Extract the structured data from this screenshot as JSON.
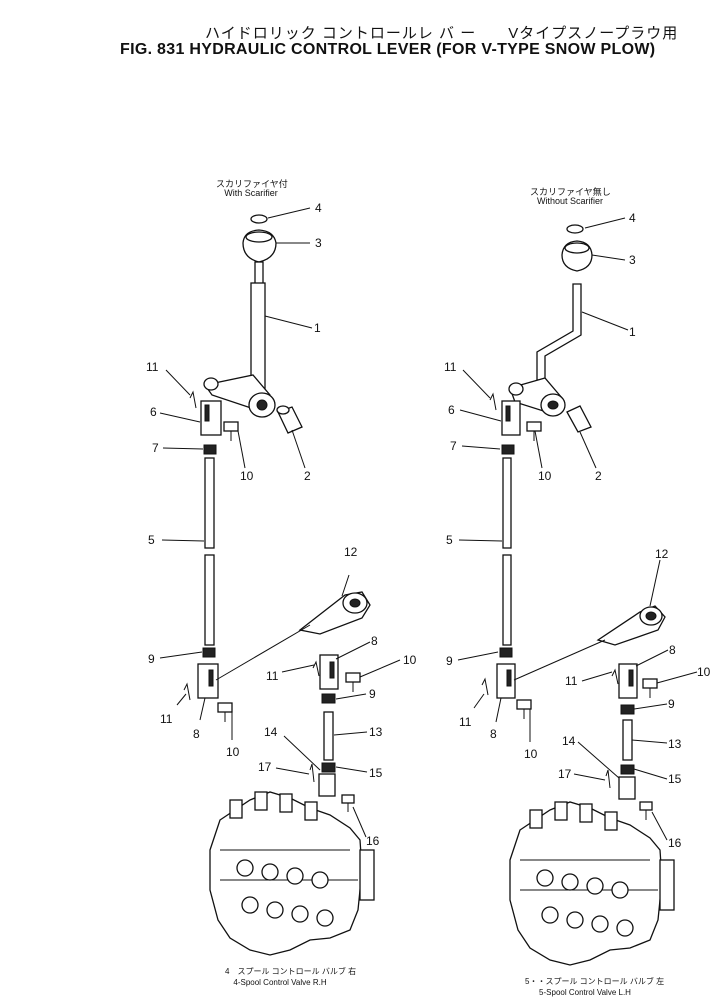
{
  "header": {
    "title_jp": "ハイドロリック コントロールレ バ ー　　Vタイプスノープラウ用",
    "title_en": "FIG. 831  HYDRAULIC CONTROL LEVER (FOR V-TYPE SNOW PLOW)"
  },
  "left": {
    "caption_jp": "スカリファイヤ付",
    "caption_en": "With Scarifier",
    "bottom_jp": "4　スプール コントロール バルブ 右",
    "bottom_en": "4-Spool Control Valve R.H"
  },
  "right": {
    "caption_jp": "スカリファイヤ無し",
    "caption_en": "Without Scarifier",
    "bottom_jp": "5・・スプール コントロール バルブ 左",
    "bottom_en": "5-Spool Control Valve L.H"
  },
  "callouts": [
    "1",
    "2",
    "3",
    "4",
    "5",
    "6",
    "7",
    "8",
    "9",
    "10",
    "11",
    "12",
    "13",
    "14",
    "15",
    "16",
    "17"
  ]
}
